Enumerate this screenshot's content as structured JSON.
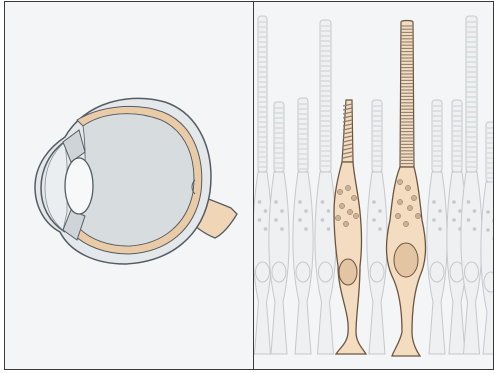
{
  "figure": {
    "panels": [
      {
        "id": "left",
        "content": "eye-cross-section"
      },
      {
        "id": "right",
        "content": "retina-photoreceptors"
      }
    ]
  },
  "colors": {
    "panel_border": "#3a3a3a",
    "panel_background": "#f4f5f6",
    "eye_outline": "#555c63",
    "eye_sclera": "#e4e8eb",
    "eye_vitreous": "#d7dcdf",
    "eye_choroid": "#e9cba7",
    "optic_nerve": "#f0d6b6",
    "lens": "#f7f8f9",
    "highlighted_cell_fill": "#f4dcc0",
    "highlighted_cell_outline": "#6b5540",
    "nucleus_fill": "#e3c4a3",
    "background_cell_outline": "#c4c9cd",
    "background_cell_fill": "#eef0f1",
    "outer_segment_bands": "#8f7f70"
  }
}
